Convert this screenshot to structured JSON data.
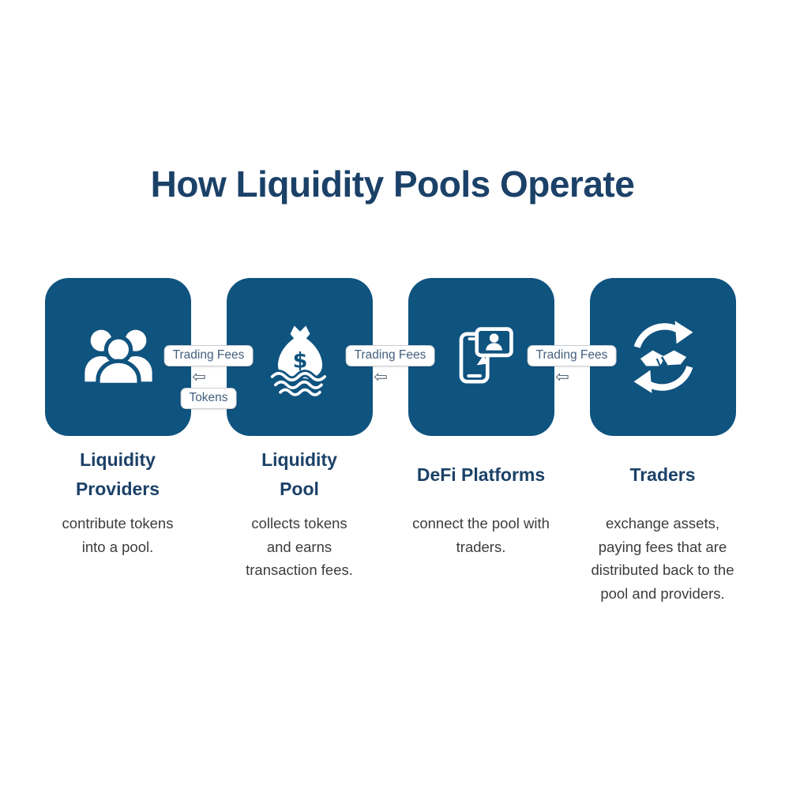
{
  "title": "How Liquidity Pools Operate",
  "colors": {
    "box_blue": "#0F537F",
    "heading_navy": "#1B4168",
    "pill_text": "#44607F",
    "body_text": "#3C3C3C"
  },
  "connectors": [
    {
      "top_label": "Trading Fees",
      "arrow": "⇦",
      "bottom_label": "Tokens"
    },
    {
      "top_label": "Trading Fees",
      "arrow": "⇦"
    },
    {
      "top_label": "Trading Fees",
      "arrow": "⇦"
    }
  ],
  "steps": [
    {
      "icon": "people-icon",
      "heading": "Liquidity Providers",
      "description": "contribute tokens into a pool."
    },
    {
      "icon": "money-bag-icon",
      "heading": "Liquidity Pool",
      "description": "collects tokens and earns transaction fees."
    },
    {
      "icon": "defi-platform-phone-icon",
      "heading": "DeFi Platforms",
      "description": "connect the pool with traders."
    },
    {
      "icon": "traders-handshake-icon",
      "heading": "Traders",
      "description": "exchange assets, paying fees that are distributed back to the pool and providers."
    }
  ]
}
